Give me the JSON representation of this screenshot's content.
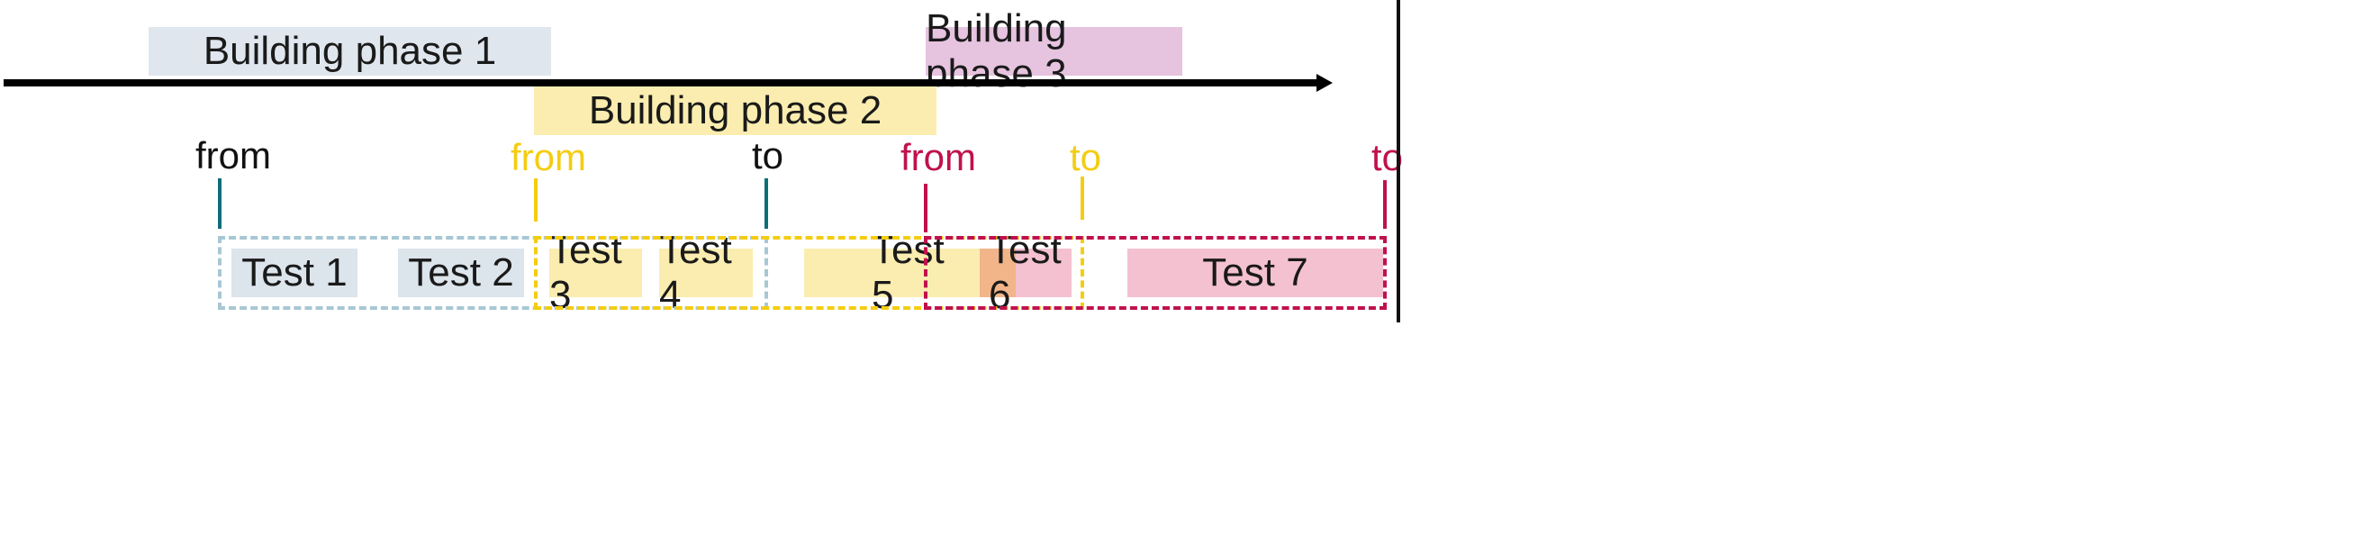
{
  "phases": {
    "phase1": "Building phase 1",
    "phase2": "Building phase 2",
    "phase3": "Building phase 3"
  },
  "markers": {
    "teal_from": "from",
    "teal_to": "to",
    "yellow_from": "from",
    "yellow_to": "to",
    "crimson_from": "from",
    "crimson_to": "to"
  },
  "tests": {
    "t1": "Test 1",
    "t2": "Test 2",
    "t3": "Test 3",
    "t4": "Test 4",
    "t5": "Test 5",
    "t6": "Test 6",
    "t7": "Test 7"
  },
  "colors": {
    "phase1_fill": "#dfe6ee",
    "phase2_fill": "#fbedb0",
    "phase3_fill": "#e6c3df",
    "teal": "#0e6e78",
    "yellow": "#f4cd12",
    "crimson": "#c0114e",
    "test_blue": "#dce4ec",
    "test_yellow": "#fbedb0",
    "test_pink": "#f4c1d1",
    "overlap_orange": "#f2b58a",
    "dash_blue": "#a8c7d4",
    "arrow": "#000000"
  }
}
